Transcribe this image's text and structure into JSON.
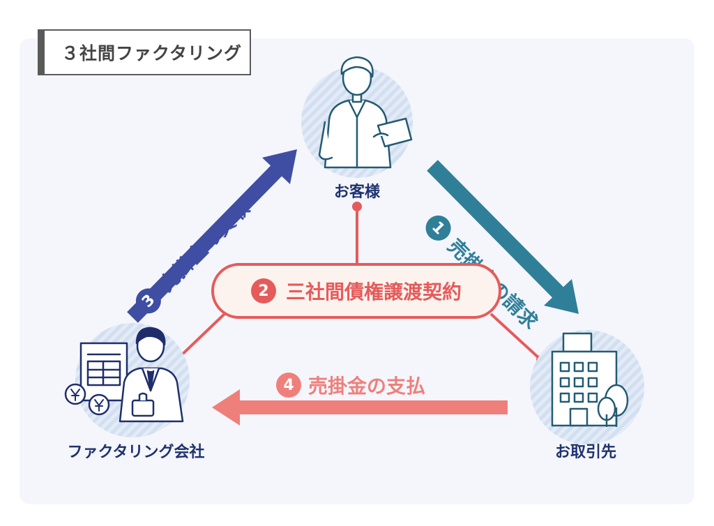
{
  "title": "３社間ファクタリング",
  "nodes": {
    "customer": "お客様",
    "factoring_company": "ファクタリング会社",
    "client": "お取引先"
  },
  "steps": {
    "step1": {
      "number": "1",
      "label": "売掛金の請求"
    },
    "step2": {
      "number": "2",
      "label": "三社間債権譲渡契約"
    },
    "step3": {
      "number": "3",
      "label": "売掛金の買取"
    },
    "step4": {
      "number": "4",
      "label": "売掛金の支払"
    }
  },
  "colors": {
    "navy": "#3f4ea3",
    "teal": "#2f7f99",
    "red": "#e55b5b",
    "salmon": "#ef7f7a",
    "label": "#1f3270"
  }
}
